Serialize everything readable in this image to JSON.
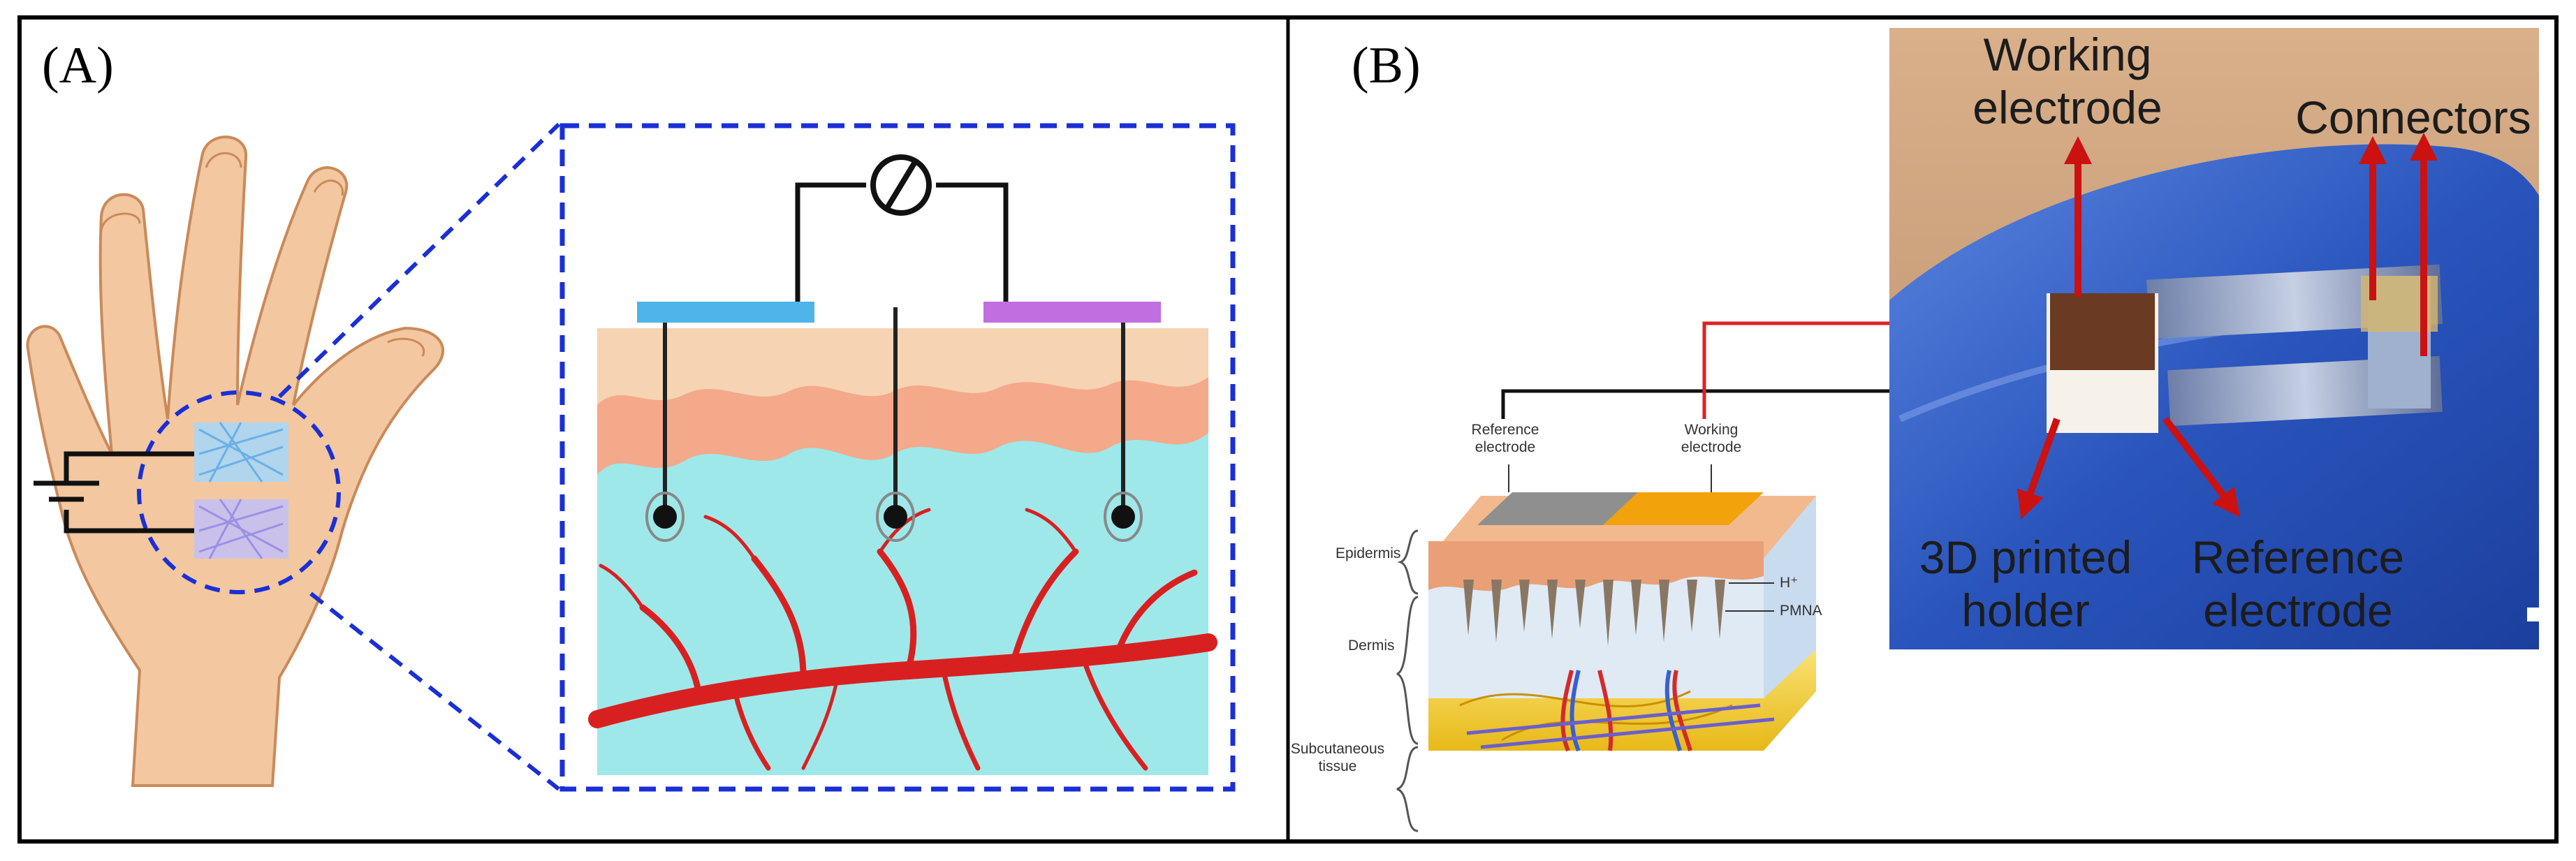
{
  "panels": {
    "a": {
      "tag": "(A)"
    },
    "b": {
      "tag": "(B)"
    }
  },
  "schematic_labels": {
    "reference_electrode": "Reference\nelectrode",
    "working_electrode": "Working\nelectrode",
    "epidermis": "Epidermis",
    "dermis": "Dermis",
    "subcutaneous_tissue": "Subcutaneous\ntissue",
    "h_plus": "H⁺",
    "pmna": "PMNA"
  },
  "photo_labels": {
    "working_electrode": "Working\nelectrode",
    "connectors": "Connectors",
    "holder": "3D printed\nholder",
    "reference_electrode": "Reference\nelectrode"
  },
  "colors": {
    "skin": "#f5c9a0",
    "fluid": "#9ee8ea",
    "vessel": "#d92020",
    "dashed_box": "#1a2fd6",
    "glove": "#2f5cc0",
    "arrow": "#cc1111"
  }
}
